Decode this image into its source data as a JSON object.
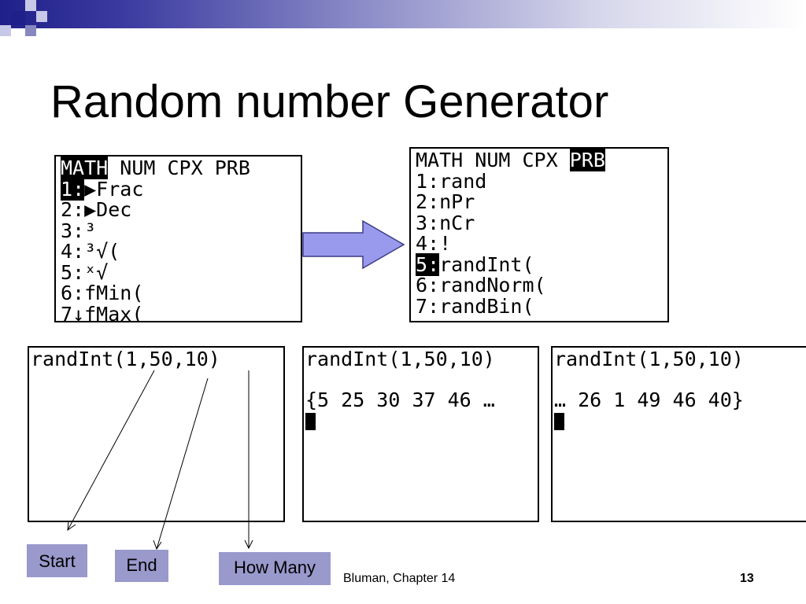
{
  "slide": {
    "title": "Random number Generator",
    "footer": "Bluman, Chapter 14",
    "page_number": "13",
    "accent_color": "#20208a",
    "label_color": "#9999cc",
    "arrow_color": "#9999ee"
  },
  "math_menu": {
    "tabs": [
      "MATH",
      "NUM",
      "CPX",
      "PRB"
    ],
    "active_tab": "MATH",
    "items": [
      {
        "num": "1",
        "sep": ":",
        "text": "▶Frac"
      },
      {
        "num": "2",
        "sep": ":",
        "text": "▶Dec"
      },
      {
        "num": "3",
        "sep": ":",
        "text": "³"
      },
      {
        "num": "4",
        "sep": ":",
        "text": "³√("
      },
      {
        "num": "5",
        "sep": ":",
        "text": "ˣ√"
      },
      {
        "num": "6",
        "sep": ":",
        "text": "fMin("
      },
      {
        "num": "7",
        "sep": "↓",
        "text": "fMax("
      }
    ]
  },
  "prb_menu": {
    "tabs": [
      "MATH",
      "NUM",
      "CPX",
      "PRB"
    ],
    "active_tab": "PRB",
    "items": [
      {
        "num": "1",
        "sep": ":",
        "text": "rand"
      },
      {
        "num": "2",
        "sep": ":",
        "text": "nPr"
      },
      {
        "num": "3",
        "sep": ":",
        "text": "nCr"
      },
      {
        "num": "4",
        "sep": ":",
        "text": "!"
      },
      {
        "num": "5",
        "sep": ":",
        "text": "randInt("
      },
      {
        "num": "6",
        "sep": ":",
        "text": "randNorm("
      },
      {
        "num": "7",
        "sep": ":",
        "text": "randBin("
      }
    ]
  },
  "screens": {
    "command": "randInt(1,50,10)",
    "result_first": "{5 25 30 37 46 …",
    "result_last": "… 26 1 49 46 40}"
  },
  "labels": {
    "start": "Start",
    "end": "End",
    "how_many": "How Many"
  }
}
